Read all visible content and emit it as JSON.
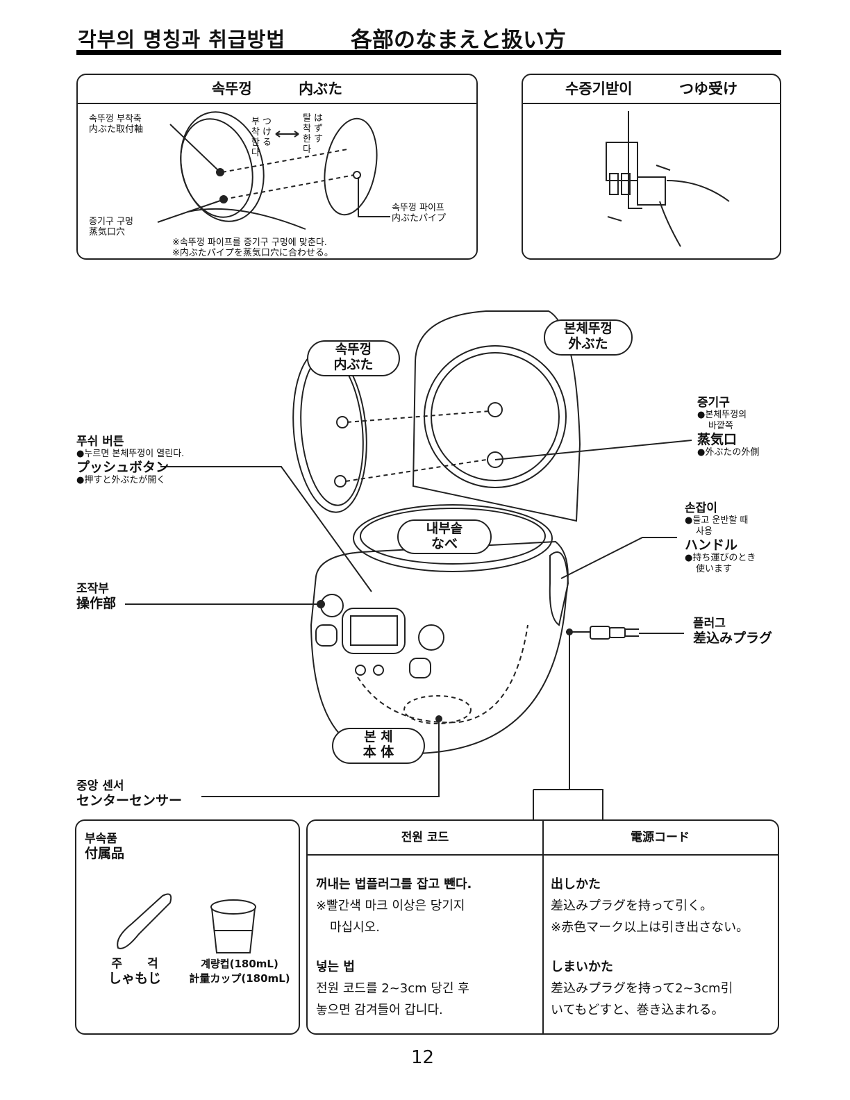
{
  "header": {
    "title_ko": "각부의 명칭과 취급방법",
    "title_ja": "各部のなまえと扱い方"
  },
  "inner_lid_box": {
    "title_ko": "속뚜껑",
    "title_ja": "内ぶた",
    "shaft_ko": "속뚜껑 부착축",
    "shaft_ja": "内ぶた取付軸",
    "attach_ko": "부착한다",
    "attach_ja": "つける",
    "remove_ko": "탈착한다",
    "remove_ja": "はずす",
    "vent_ko": "증기구 구멍",
    "vent_ja": "蒸気口穴",
    "pipe_ko": "속뚜껑 파이프",
    "pipe_ja": "内ぶたパイプ",
    "note_ko": "※속뚜껑 파이프를 증기구 구멍에 맞춘다.",
    "note_ja": "※内ぶたパイプを蒸気口穴に合わせる。"
  },
  "dew_box": {
    "title_ko": "수증기받이",
    "title_ja": "つゆ受け"
  },
  "main": {
    "outer_lid_ko": "본체뚜껑",
    "outer_lid_ja": "外ぶた",
    "inner_lid_ko": "속뚜껑",
    "inner_lid_ja": "内ぶた",
    "pot_ko": "내부솥",
    "pot_ja": "なべ",
    "body_ko": "본 체",
    "body_ja": "本 体",
    "push_ko": "푸쉬 버튼",
    "push_note_ko": "●누르면 본체뚜껑이 열린다.",
    "push_ja": "プッシュボタン",
    "push_note_ja": "●押すと外ぶたが開く",
    "control_ko": "조작부",
    "control_ja": "操作部",
    "center_ko": "중앙 센서",
    "center_ja": "センターセンサー",
    "steam_ko": "증기구",
    "steam_note_ko_1": "●본체뚜껑의",
    "steam_note_ko_2": "바깥쪽",
    "steam_ja": "蒸気口",
    "steam_note_ja": "●外ぶたの外側",
    "handle_ko": "손잡이",
    "handle_note_ko_1": "●들고 운반할 때",
    "handle_note_ko_2": "사용",
    "handle_ja": "ハンドル",
    "handle_note_ja_1": "●持ち運びのとき",
    "handle_note_ja_2": "使います",
    "plug_ko": "플러그",
    "plug_ja": "差込みプラグ"
  },
  "accessories": {
    "title_ko": "부속품",
    "title_ja": "付属品",
    "paddle_ko": "주 걱",
    "paddle_ja": "しゃもじ",
    "cup_ko": "계량컵(180mL)",
    "cup_ja": "計量カップ(180mL)"
  },
  "cord": {
    "ko": {
      "head": "전원 코드",
      "out_title": "꺼내는 법플러그를 잡고 뺀다.",
      "out_note_1": "※빨간색 마크 이상은 당기지",
      "out_note_2": "마십시오.",
      "in_title": "넣는 법",
      "in_text_1": "전원 코드를 2~3cm 당긴 후",
      "in_text_2": "놓으면 감겨들어 갑니다."
    },
    "ja": {
      "head": "電源コード",
      "out_title": "出しかた",
      "out_text": "差込みプラグを持って引く。",
      "out_note": "※赤色マーク以上は引き出さない。",
      "in_title": "しまいかた",
      "in_text_1": "差込みプラグを持って2~3cm引",
      "in_text_2": "いてもどすと、巻き込まれる。"
    }
  },
  "page_number": "12"
}
